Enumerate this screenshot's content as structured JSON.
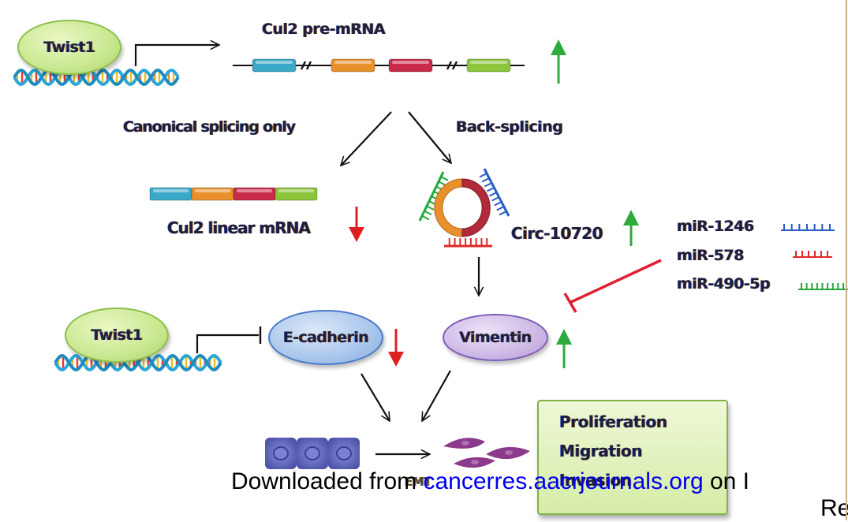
{
  "diagram": {
    "top": {
      "regulator": "Twist1",
      "transcript_label": "Cul2  pre-mRNA",
      "exon_colors": [
        "#3aa9c9",
        "#e8902a",
        "#c92a4a",
        "#8cc43a"
      ],
      "trend": "up"
    },
    "branches": {
      "left_label": "Canonical splicing only",
      "right_label": "Back-splicing"
    },
    "linear": {
      "label": "Cul2 linear mRNA",
      "trend": "down"
    },
    "circ": {
      "label": "Circ-10720",
      "trend": "up"
    },
    "mirnas": [
      {
        "name": "miR-1246",
        "color": "#2a5cc8"
      },
      {
        "name": "miR-578",
        "color": "#e02828"
      },
      {
        "name": "miR-490-5p",
        "color": "#22a83a"
      }
    ],
    "lower": {
      "regulator": "Twist1",
      "ecadherin": "E-cadherin",
      "ecadherin_trend": "down",
      "vimentin": "Vimentin",
      "vimentin_trend": "up"
    },
    "emt": {
      "label": "EMT"
    },
    "outcomes": [
      "Proliferation",
      "Migration",
      "Invasion"
    ],
    "colors": {
      "up_arrow": "#2eaa3e",
      "down_arrow": "#e02020",
      "inhibit": "#e02030",
      "ink": "#111111"
    }
  },
  "footer": {
    "prefix": "Downloaded from ",
    "link": "cancerres.aacrjournals.org",
    "suffix": " on I",
    "line2": "Re"
  }
}
